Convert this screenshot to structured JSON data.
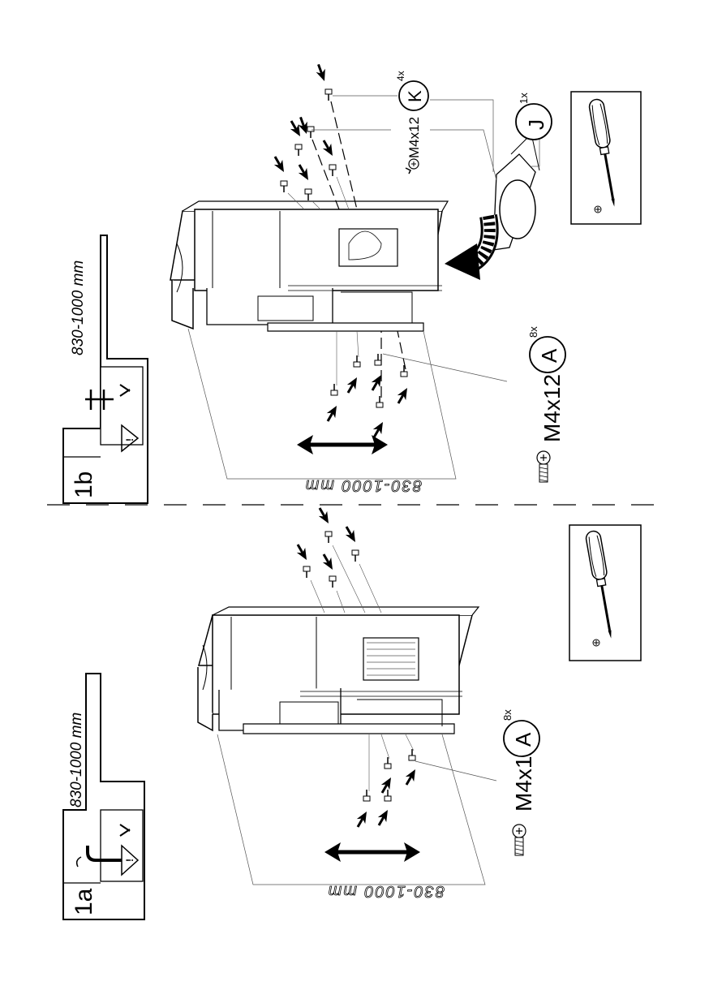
{
  "step_a": {
    "label": "1a",
    "range": "830-1000 mm",
    "dimension": "830-1000 mm",
    "screw_spec": "M4x12",
    "part_letter": "A",
    "qty": "8x"
  },
  "step_b": {
    "label": "1b",
    "range": "830-1000 mm",
    "dimension": "830-1000 mm",
    "screw_spec_main": "M4x12",
    "part_letter_main": "A",
    "qty_main": "8x",
    "screw_spec_aux": "M4x12",
    "part_k_letter": "K",
    "part_k_qty": "4x",
    "part_j_letter": "J",
    "part_j_qty": "1x"
  },
  "colors": {
    "ink": "#000000",
    "line": "#555555",
    "paper": "#ffffff"
  },
  "icons": [
    "warning-icon",
    "screwdriver-icon",
    "screw-icon",
    "double-arrow-icon",
    "curved-arrow-icon"
  ]
}
